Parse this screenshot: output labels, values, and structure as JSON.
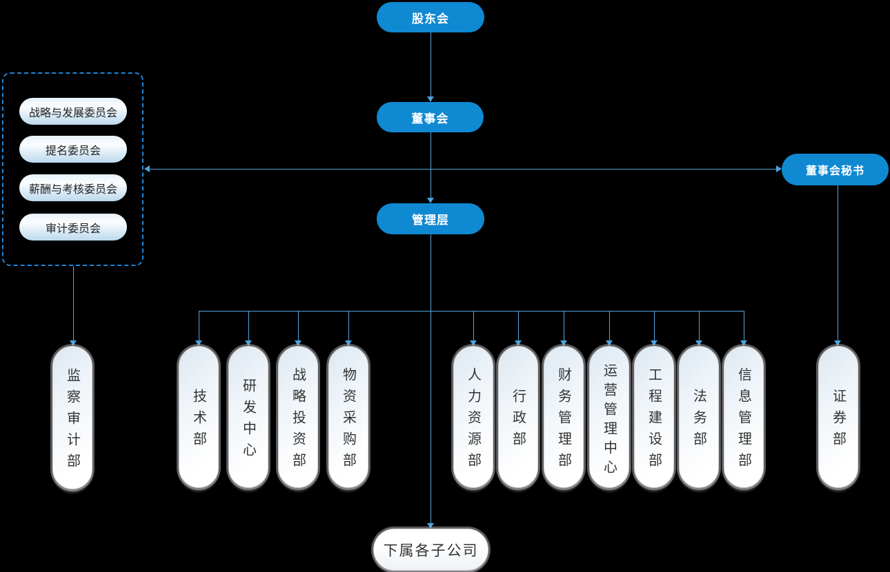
{
  "diagram": {
    "background": "#000000",
    "colors": {
      "node_fill_blue": "#0f89d2",
      "node_text": "#ffffff",
      "connector_line": "#58a7de",
      "arrowhead": "#4aa3de",
      "dashed_box_border": "#1e87dc",
      "committee_pill_gradient_bottom": "#bcd9ed",
      "department_pill_ring": "#d2d5d8",
      "department_text": "#333333"
    },
    "nodes": {
      "shareholders": "股东会",
      "board": "董事会",
      "management": "管理层",
      "board_secretary": "董事会秘书",
      "subsidiaries": "下属各子公司"
    },
    "committees": [
      {
        "label": "战略与发展委员会"
      },
      {
        "label": "提名委员会"
      },
      {
        "label": "薪酬与考核委员会"
      },
      {
        "label": "审计委员会"
      }
    ],
    "audit_branch": {
      "label": "监察审计部"
    },
    "secretary_branch": {
      "label": "证券部"
    },
    "departments": [
      {
        "label": "技术部"
      },
      {
        "label": "研发中心"
      },
      {
        "label": "战略投资部"
      },
      {
        "label": "物资采购部"
      },
      {
        "label": "人力资源部"
      },
      {
        "label": "行政部"
      },
      {
        "label": "财务管理部"
      },
      {
        "label": "运营管理中心"
      },
      {
        "label": "工程建设部"
      },
      {
        "label": "法务部"
      },
      {
        "label": "信息管理部"
      }
    ]
  }
}
